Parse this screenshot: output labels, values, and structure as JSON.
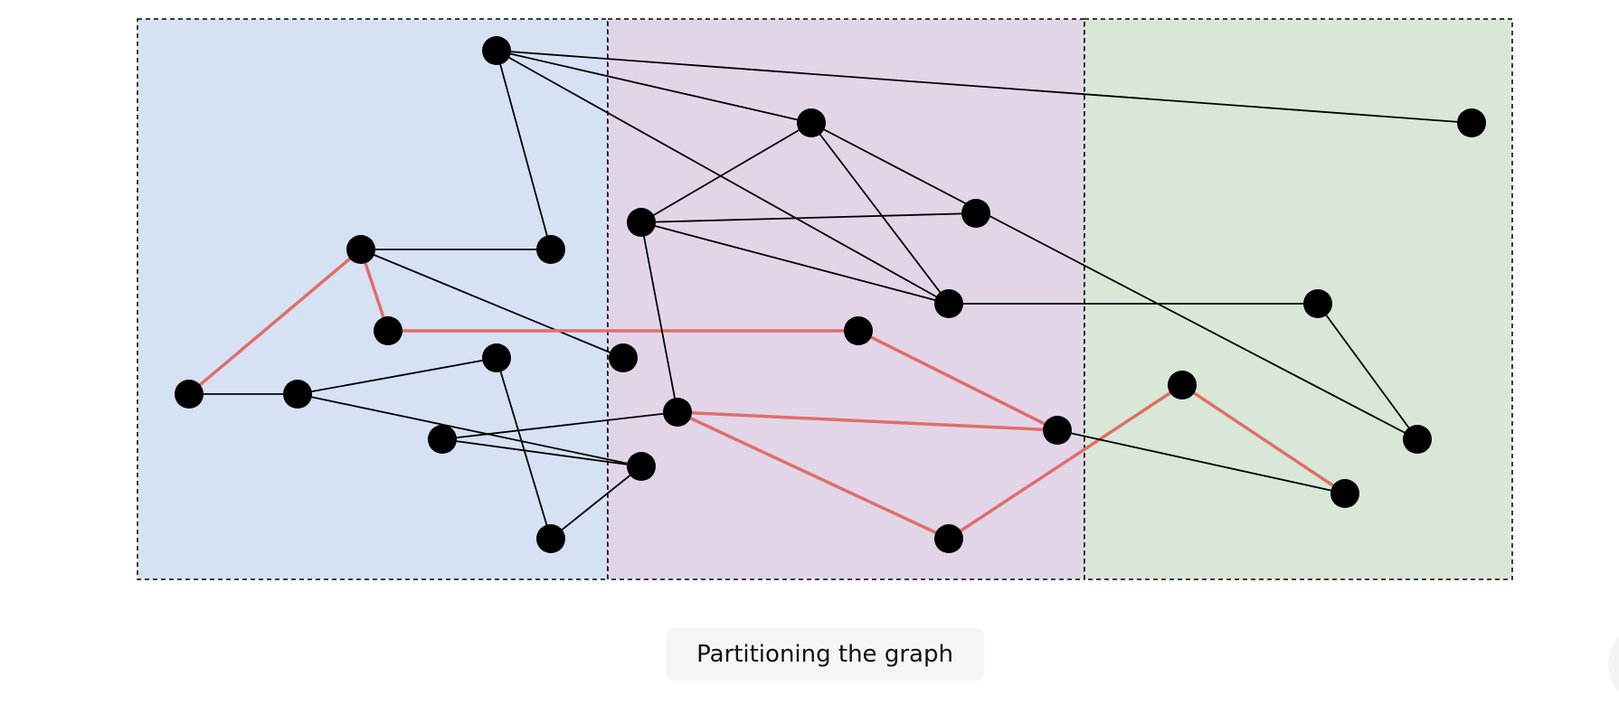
{
  "caption": "Partitioning the graph",
  "colors": {
    "partition_a": "#d6e1f3",
    "partition_b": "#e2d5e8",
    "partition_c": "#d8e7d6",
    "edge": "#000000",
    "cut_edge": "#e06e6a",
    "node": "#000000",
    "boundary": "#000000"
  },
  "partitions": [
    {
      "id": "p1",
      "color_key": "partition_a"
    },
    {
      "id": "p2",
      "color_key": "partition_b"
    },
    {
      "id": "p3",
      "color_key": "partition_c"
    }
  ],
  "nodes": [
    "n1",
    "n2",
    "n3",
    "n4",
    "n5",
    "n6",
    "n7",
    "n8",
    "n9",
    "n10",
    "n11",
    "n12",
    "n13",
    "n14",
    "n15",
    "n16",
    "n17",
    "n18",
    "n19",
    "n20",
    "n21",
    "n22",
    "n23",
    "n24"
  ],
  "edges": [
    [
      "n1",
      "n2",
      "normal"
    ],
    [
      "n1",
      "n10",
      "normal"
    ],
    [
      "n1",
      "n15",
      "normal"
    ],
    [
      "n1",
      "n19",
      "normal"
    ],
    [
      "n3",
      "n2",
      "normal"
    ],
    [
      "n3",
      "n5",
      "normal"
    ],
    [
      "n3",
      "n4",
      "highlight"
    ],
    [
      "n3",
      "n7",
      "highlight"
    ],
    [
      "n7",
      "n8",
      "normal"
    ],
    [
      "n8",
      "n9",
      "normal"
    ],
    [
      "n9",
      "n14",
      "normal"
    ],
    [
      "n8",
      "n12",
      "normal"
    ],
    [
      "n11",
      "n12",
      "normal"
    ],
    [
      "n11",
      "n13",
      "normal"
    ],
    [
      "n4",
      "n16",
      "highlight"
    ],
    [
      "n16",
      "n18",
      "highlight"
    ],
    [
      "n13",
      "n18",
      "highlight"
    ],
    [
      "n13",
      "n17",
      "highlight"
    ],
    [
      "n17",
      "n22",
      "highlight"
    ],
    [
      "n22",
      "n24",
      "highlight"
    ],
    [
      "n18",
      "n24",
      "normal"
    ],
    [
      "n6",
      "n10",
      "normal"
    ],
    [
      "n6",
      "n15",
      "normal"
    ],
    [
      "n6",
      "n13",
      "normal"
    ],
    [
      "n10",
      "n15",
      "normal"
    ],
    [
      "n10",
      "n21",
      "normal"
    ],
    [
      "n21",
      "n23",
      "normal"
    ],
    [
      "n15",
      "n23",
      "normal"
    ],
    [
      "n12",
      "n14",
      "normal"
    ],
    [
      "n10",
      "n21",
      "normal"
    ],
    [
      "n1",
      "n19",
      "normal"
    ],
    [
      "n6",
      "n20",
      "normal"
    ]
  ]
}
